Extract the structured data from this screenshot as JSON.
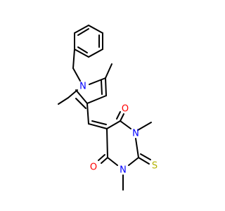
{
  "colors": {
    "background": "#ffffff",
    "bond": "#000000",
    "N": "#0000ff",
    "O": "#ff0000",
    "S": "#b2b200"
  },
  "atoms": {
    "n_pyrrole": "N",
    "n_pyrimidine_top": "N",
    "n_pyrimidine_bottom": "N",
    "o_top": "O",
    "o_bottom": "O",
    "s_thione": "S"
  }
}
